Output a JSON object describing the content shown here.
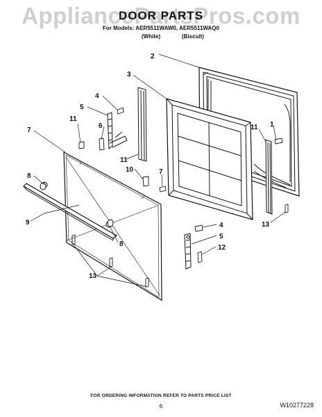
{
  "watermark": "AppliancePartsPros.com",
  "header": {
    "title": "DOOR PARTS",
    "models": "For Models: AER5511WAW0, AER5511WAQ0",
    "variant_white": "(White)",
    "variant_biscuit": "(Biscuit)"
  },
  "callouts": [
    "1",
    "2",
    "3",
    "4",
    "5",
    "6",
    "7",
    "8",
    "9",
    "10",
    "11",
    "12",
    "13"
  ],
  "footer": {
    "note": "FOR ORDERING INFORMATION REFER TO PARTS PRICE LIST",
    "page_number": "6",
    "doc_number": "W10277228"
  }
}
